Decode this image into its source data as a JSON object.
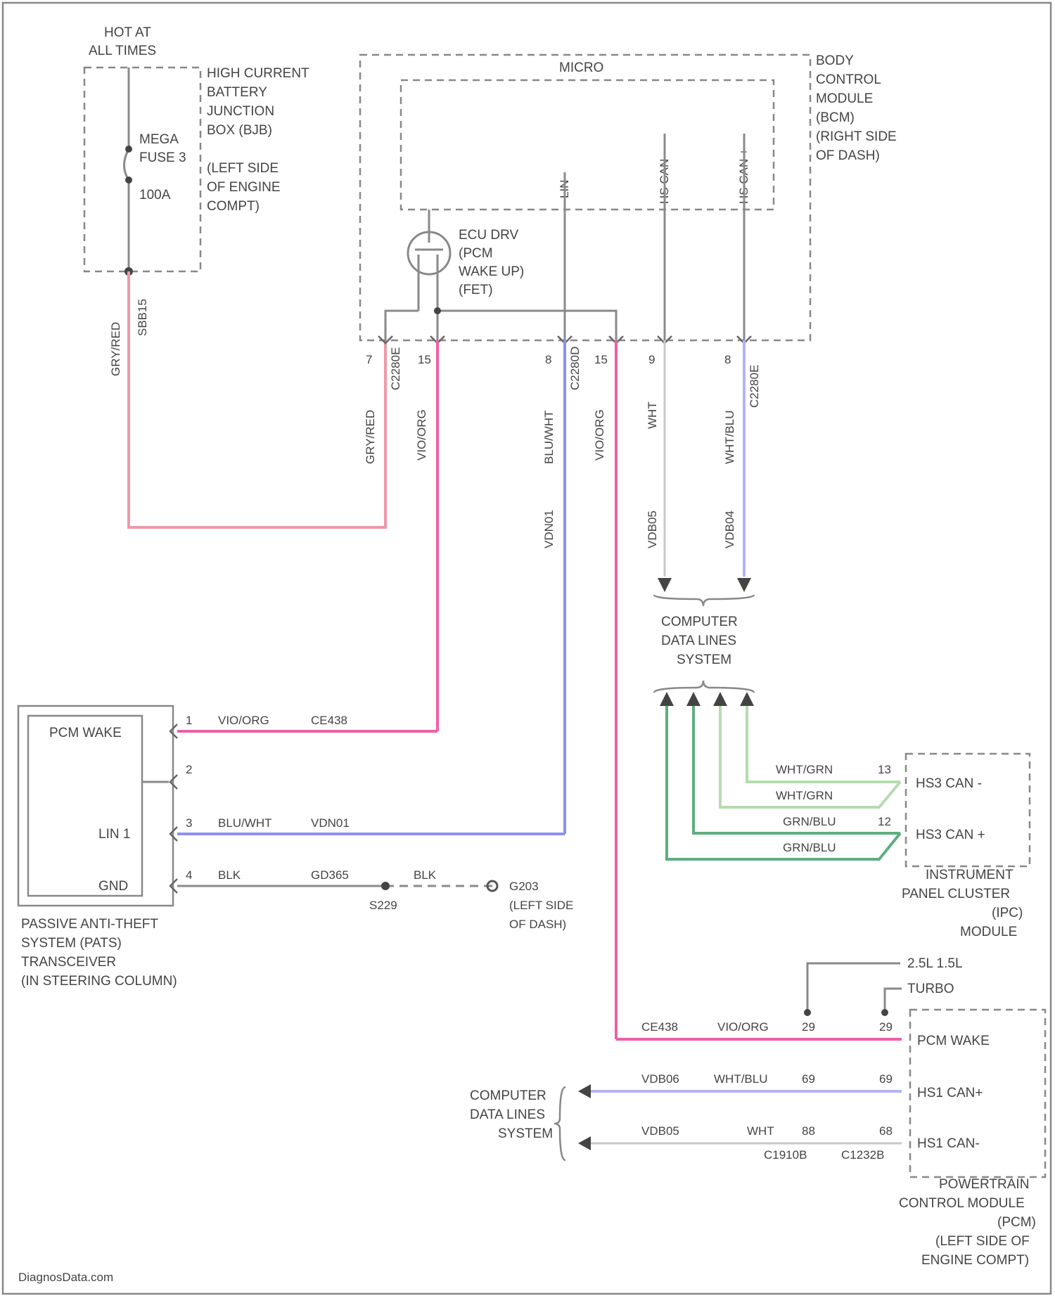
{
  "fuse_box": {
    "power_label": [
      "HOT AT",
      "ALL TIMES"
    ],
    "name": [
      "HIGH CURRENT",
      "BATTERY",
      "JUNCTION",
      "BOX (BJB)"
    ],
    "location": [
      "(LEFT SIDE",
      "OF ENGINE",
      "COMPT)"
    ],
    "fuse_name": [
      "MEGA",
      "FUSE 3"
    ],
    "fuse_rating": "100A"
  },
  "bcm": {
    "micro_label": "MICRO",
    "name": [
      "BODY",
      "CONTROL",
      "MODULE",
      "(BCM)",
      "(RIGHT SIDE",
      "OF DASH)"
    ],
    "lin_label": "LIN",
    "hs_can_minus_label": "HS CAN -",
    "hs_can_plus_label": "HS CAN +",
    "ecu_drive_label": [
      "ECU DRV",
      "(PCM",
      "WAKE UP)",
      "(FET)"
    ],
    "pins": [
      "7",
      "15",
      "8",
      "15",
      "9",
      "8"
    ],
    "connectors": [
      "C2280E",
      "C2280D",
      "C2280D",
      "C2280E"
    ],
    "wire_colors": [
      "GRY/RED",
      "VIO/ORG",
      "BLU/WHT",
      "VIO/ORG",
      "WHT",
      "WHT/BLU"
    ],
    "circuits": [
      "VDN01",
      "VDB05",
      "VDB04"
    ]
  },
  "fuse_wire": {
    "color": "GRY/RED",
    "circuit": "SBB15"
  },
  "data_lines_top": [
    "COMPUTER",
    "DATA LINES",
    "SYSTEM"
  ],
  "pats": {
    "name": [
      "PASSIVE ANTI-THEFT",
      "SYSTEM (PATS)",
      "TRANSCEIVER",
      "(IN STEERING COLUMN)"
    ],
    "pins": [
      {
        "num": "1",
        "label": "PCM WAKE",
        "color": "VIO/ORG",
        "circuit": "CE438"
      },
      {
        "num": "2",
        "label": "",
        "color": "",
        "circuit": ""
      },
      {
        "num": "3",
        "label": "LIN 1",
        "color": "BLU/WHT",
        "circuit": "VDN01"
      },
      {
        "num": "4",
        "label": "GND",
        "color": "BLK",
        "circuit": "GD365"
      }
    ],
    "ground_splice": "S229",
    "ground_color2": "BLK",
    "ground_point": [
      "G203",
      "(LEFT SIDE",
      "OF DASH)"
    ]
  },
  "ipc": {
    "name": [
      "INSTRUMENT",
      "PANEL CLUSTER",
      "(IPC)",
      "MODULE"
    ],
    "pin_minus": "HS3 CAN -",
    "pin_plus": "HS3 CAN +",
    "wires": [
      "WHT/GRN",
      "WHT/GRN",
      "GRN/BLU",
      "GRN/BLU"
    ],
    "pin_nums": [
      "13",
      "12"
    ]
  },
  "pcm": {
    "name": [
      "POWERTRAIN",
      "CONTROL MODULE",
      "(PCM)",
      "(LEFT SIDE OF",
      "ENGINE COMPT)"
    ],
    "pins": [
      {
        "label": "PCM WAKE",
        "circuit": "CE438",
        "color": "VIO/ORG",
        "c1": "29",
        "c2": "29"
      },
      {
        "label": "HS1 CAN+",
        "circuit": "VDB06",
        "color": "WHT/BLU",
        "c1": "69",
        "c2": "69"
      },
      {
        "label": "HS1 CAN-",
        "circuit": "VDB05",
        "color": "WHT",
        "c1": "88",
        "c2": "68"
      }
    ],
    "variant1": "2.5L 1.5L",
    "variant2": "TURBO",
    "connector1": "C1910B",
    "connector2": "C1232B"
  },
  "data_lines_bottom": [
    "COMPUTER",
    "DATA LINES",
    "SYSTEM"
  ],
  "watermark": "DiagnosData.com"
}
